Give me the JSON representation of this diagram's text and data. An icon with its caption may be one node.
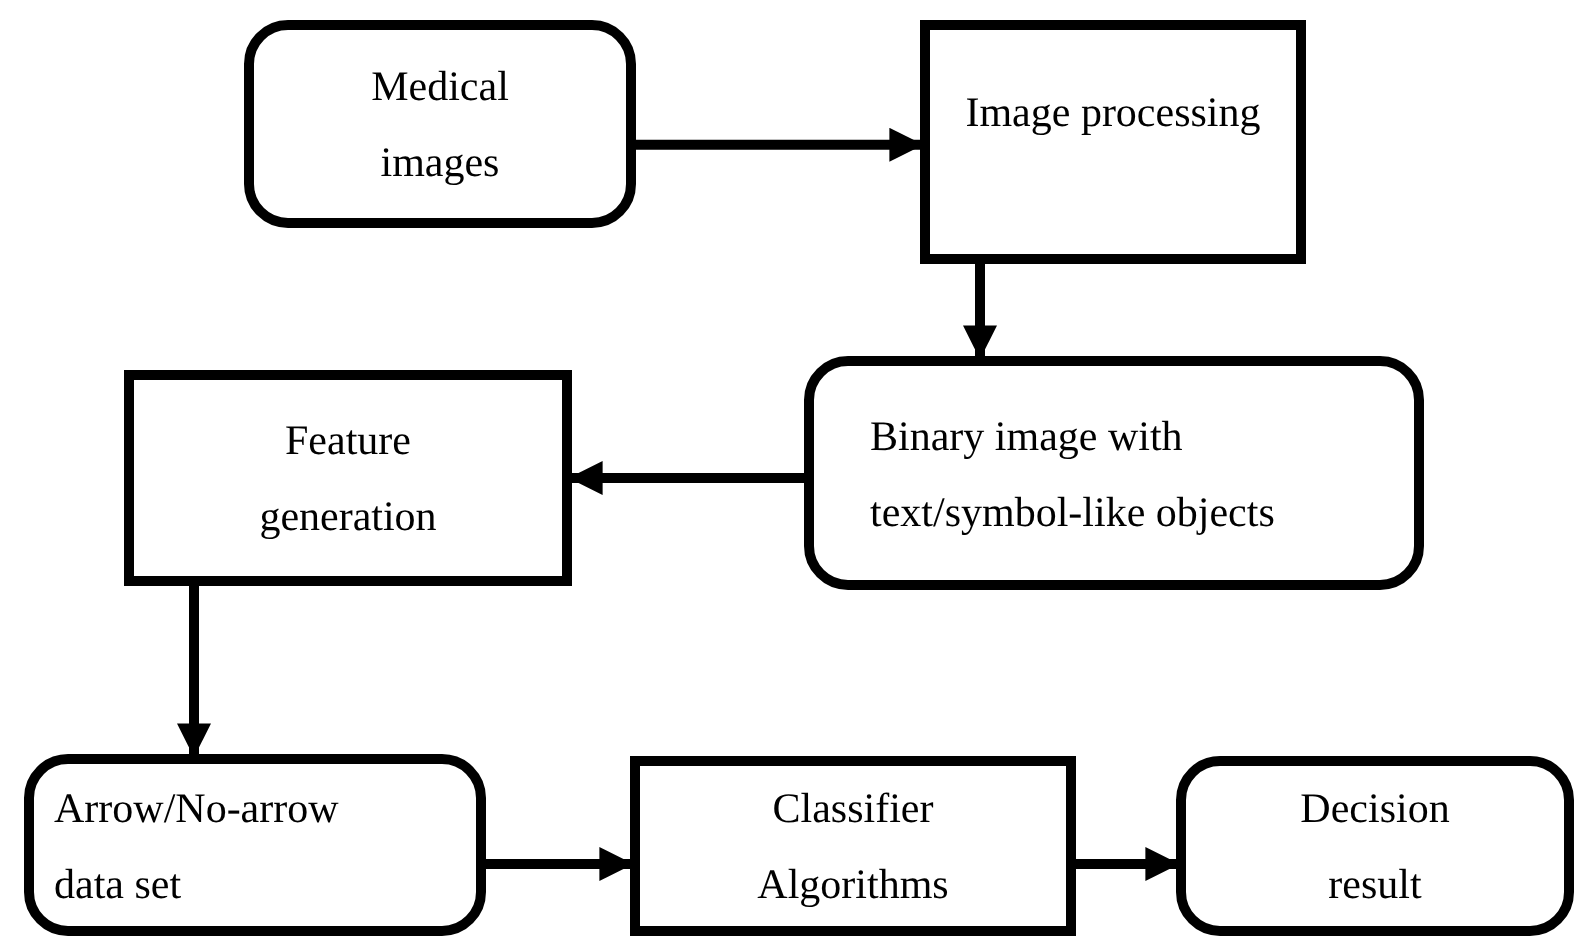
{
  "diagram": {
    "nodes": [
      {
        "text": [
          "Medical images"
        ]
      },
      {
        "text": [
          "Image processing"
        ]
      },
      {
        "text": [
          "Binary image with text/symbol-like objects"
        ]
      },
      {
        "text": [
          "Feature generation"
        ]
      },
      {
        "text": [
          "Arrow/No-arrow data set"
        ]
      },
      {
        "text": [
          "Classifier Algorithms"
        ]
      },
      {
        "text": [
          "Decision result"
        ]
      }
    ],
    "edges": [
      {
        "from": 0,
        "to": 1,
        "arrow": "to"
      },
      {
        "from": 1,
        "to": 2,
        "arrow": "to"
      },
      {
        "from": 2,
        "to": 3,
        "arrow": "to"
      },
      {
        "from": 3,
        "to": 4,
        "arrow": "to"
      },
      {
        "from": 4,
        "to": 5,
        "arrow": "to"
      },
      {
        "from": 5,
        "to": 6,
        "arrow": "to"
      }
    ]
  }
}
